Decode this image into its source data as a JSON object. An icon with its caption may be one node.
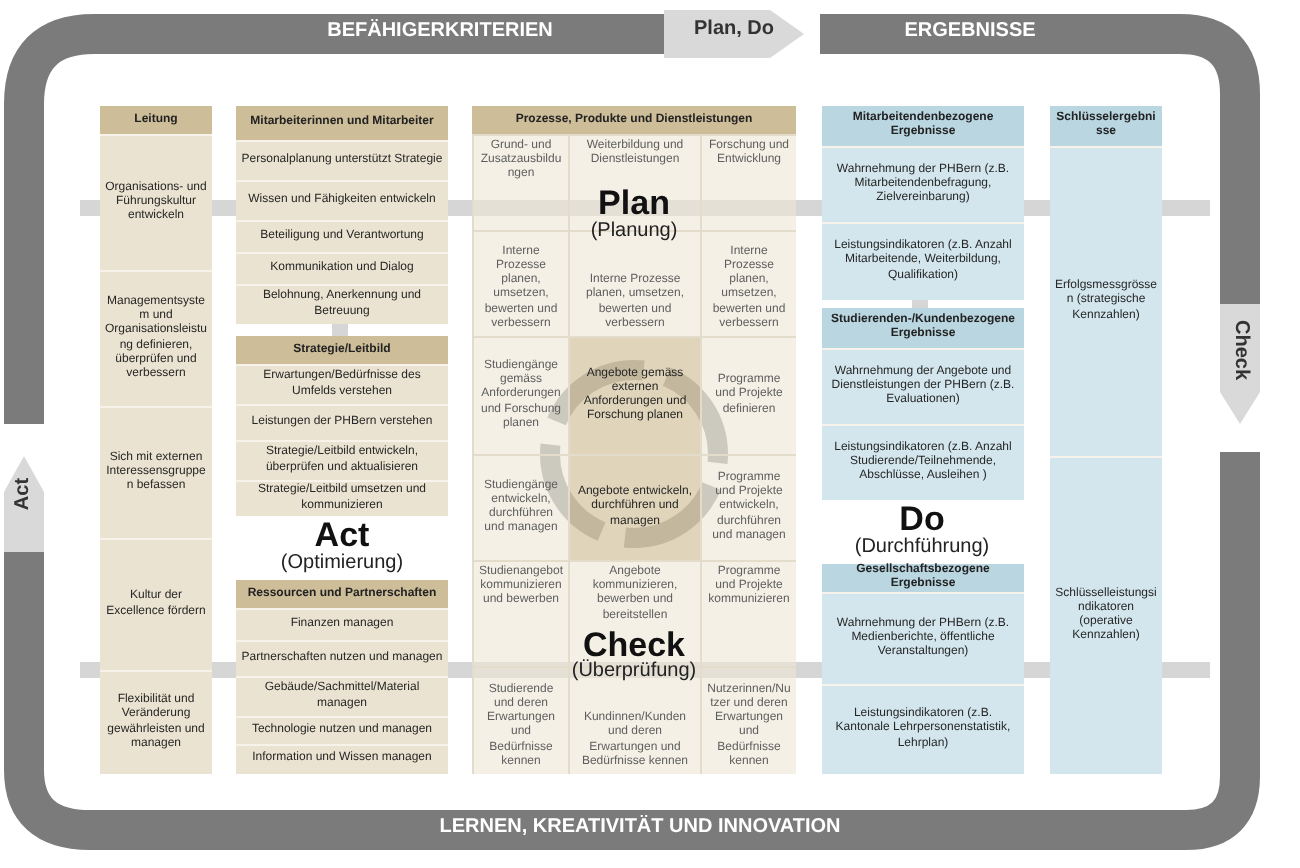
{
  "diagram": {
    "nodes": [
      {
        "text": [
          "Leitung"
        ]
      },
      {
        "text": [
          "Organisations- und Führungskultur entwickeln"
        ],
        "in": 0
      },
      {
        "text": [
          "Managementsystem und Organisationsleistung definieren, überprüfen und verbessern"
        ],
        "in": 0
      },
      {
        "text": [
          "Sich mit externen Interessensgruppen befassen"
        ],
        "in": 0
      },
      {
        "text": [
          "Kultur der Excellence fördern"
        ],
        "in": 0
      },
      {
        "text": [
          "Flexibilität und Veränderung gewährleisten und managen"
        ],
        "in": 0
      },
      {
        "text": [
          "Mitarbeiterinnen und Mitarbeiter"
        ]
      },
      {
        "text": [
          "Personalplanung unterstützt Strategie"
        ],
        "in": 6
      },
      {
        "text": [
          "Wissen und Fähigkeiten entwickeln"
        ],
        "in": 6
      },
      {
        "text": [
          "Beteiligung und Verantwortung"
        ],
        "in": 6
      },
      {
        "text": [
          "Kommunikation und Dialog"
        ],
        "in": 6
      },
      {
        "text": [
          "Belohnung, Anerkennung und Betreuung"
        ],
        "in": 6
      },
      {
        "text": [
          "Strategie/Leitbild"
        ]
      },
      {
        "text": [
          "Erwartungen/Bedürfnisse des Umfelds verstehen"
        ],
        "in": 12
      },
      {
        "text": [
          "Leistungen der PHBern verstehen"
        ],
        "in": 12
      },
      {
        "text": [
          "Strategie/Leitbild entwickeln, überprüfen und aktualisieren"
        ],
        "in": 12
      },
      {
        "text": [
          "Strategie/Leitbild umsetzen und kommunizieren"
        ],
        "in": 12
      },
      {
        "text": [
          "Ressourcen und Partnerschaften"
        ]
      },
      {
        "text": [
          "Finanzen managen"
        ],
        "in": 17
      },
      {
        "text": [
          "Partnerschaften nutzen und managen"
        ],
        "in": 17
      },
      {
        "text": [
          "Gebäude/Sachmittel/Material managen"
        ],
        "in": 17
      },
      {
        "text": [
          "Technologie nutzen und managen"
        ],
        "in": 17
      },
      {
        "text": [
          "Information und Wissen managen"
        ],
        "in": 17
      },
      {
        "text": [
          "Prozesse, Produkte und Dienstleistungen"
        ]
      },
      {
        "text": [
          "Grund- und Zusatzausbildungen"
        ],
        "in": 23
      },
      {
        "text": [
          "Weiterbildung und Dienstleistungen"
        ],
        "in": 23
      },
      {
        "text": [
          "Forschung und Entwicklung"
        ],
        "in": 23
      },
      {
        "text": [
          "Interne Prozesse planen, umsetzen, bewerten und verbessern"
        ],
        "in": 23
      },
      {
        "text": [
          "Interne Prozesse planen, umsetzen, bewerten und verbessern"
        ],
        "in": 23
      },
      {
        "text": [
          "Interne Prozesse planen, umsetzen, bewerten und verbessern"
        ],
        "in": 23
      },
      {
        "text": [
          "Studiengänge gemäss Anforderungen und Forschung planen"
        ],
        "in": 23
      },
      {
        "text": [
          "Angebote gemäss externen Anforderungen und Forschung planen"
        ],
        "in": 23
      },
      {
        "text": [
          "Programme und Projekte definieren"
        ],
        "in": 23
      },
      {
        "text": [
          "Studiengänge entwickeln, durchführen und managen"
        ],
        "in": 23
      },
      {
        "text": [
          "Angebote entwickeln, durchführen und managen"
        ],
        "in": 23
      },
      {
        "text": [
          "Programme und Projekte entwickeln, durchführen und managen"
        ],
        "in": 23
      },
      {
        "text": [
          "Studienangebot kommunizieren und bewerben"
        ],
        "in": 23
      },
      {
        "text": [
          "Angebote kommunizieren, bewerben und bereitstellen"
        ],
        "in": 23
      },
      {
        "text": [
          "Programme und Projekte kommunizieren"
        ],
        "in": 23
      },
      {
        "text": [
          "Studierende und deren Erwartungen und Bedürfnisse kennen"
        ],
        "in": 23
      },
      {
        "text": [
          "Kundinnen/Kunden und deren Erwartungen und Bedürfnisse kennen"
        ],
        "in": 23
      },
      {
        "text": [
          "Nutzerinnen/Nutzer und deren Erwartungen und Bedürfnisse kennen"
        ],
        "in": 23
      },
      {
        "text": [
          "Mitarbeitendenbezogene Ergebnisse"
        ]
      },
      {
        "text": [
          "Wahrnehmung der PHBern (z.B. Mitarbeitendenbefragung, Zielvereinbarung)"
        ],
        "in": 42
      },
      {
        "text": [
          "Leistungsindikatoren (z.B. Anzahl Mitarbeitende, Weiterbildung, Qualifikation)"
        ],
        "in": 42
      },
      {
        "text": [
          "Studierenden-/Kundenbezogene Ergebnisse"
        ]
      },
      {
        "text": [
          "Wahrnehmung der Angebote und Dienstleistungen der PHBern (z.B. Evaluationen)"
        ],
        "in": 45
      },
      {
        "text": [
          "Leistungsindikatoren (z.B. Anzahl Studierende/Teilnehmende, Abschlüsse, Ausleihen )"
        ],
        "in": 45
      },
      {
        "text": [
          "Gesellschaftsbezogene Ergebnisse"
        ]
      },
      {
        "text": [
          "Wahrnehmung der PHBern (z.B. Medienberichte, öffentliche Veranstaltungen)"
        ],
        "in": 48
      },
      {
        "text": [
          "Leistungsindikatoren (z.B. Kantonale Lehrpersonenstatistik, Lehrplan)"
        ],
        "in": 48
      },
      {
        "text": [
          "Schlüsselergebnisse"
        ]
      },
      {
        "text": [
          "Erfolgsmessgrössen (strategische Kennzahlen)"
        ],
        "in": 51
      },
      {
        "text": [
          "Schlüsselleistungsindikatoren (operative Kennzahlen)"
        ],
        "in": 51
      }
    ],
    "labels": [
      "BEFÄHIGERKRITERIEN",
      "Plan, Do",
      "ERGEBNISSE",
      "Check",
      "Act",
      "Plan",
      "(Planung)",
      "Act",
      "(Optimierung)",
      "Do",
      "(Durchführung)",
      "Check",
      "(Überprüfung)",
      "LERNEN, KREATIVITÄT UND INNOVATION"
    ]
  }
}
